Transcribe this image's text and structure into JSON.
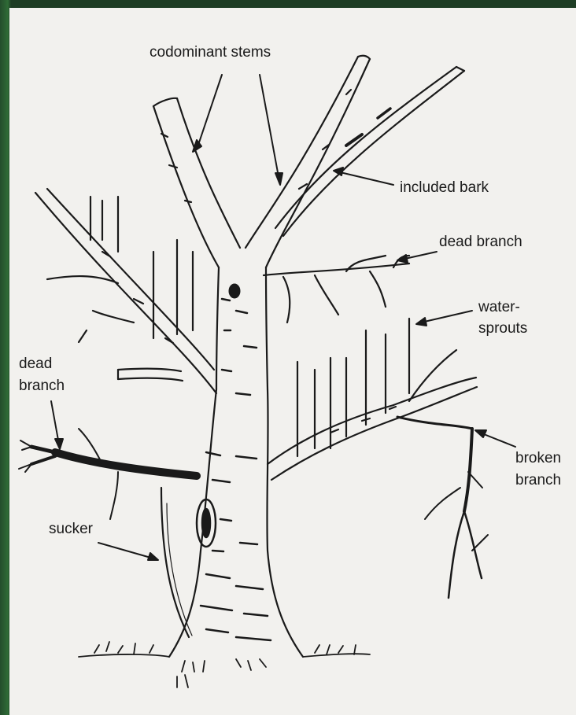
{
  "labels": {
    "codominant_stems": "codominant stems",
    "included_bark": "included bark",
    "dead_branch_right": "dead branch",
    "watersprouts_line1": "water-",
    "watersprouts_line2": "sprouts",
    "dead_branch_left_line1": "dead",
    "dead_branch_left_line2": "branch",
    "broken_branch_line1": "broken",
    "broken_branch_line2": "branch",
    "sucker": "sucker"
  },
  "colors": {
    "ink": "#1a1a1a",
    "paper": "#f2f1ee",
    "frame": "#1e3d24"
  }
}
